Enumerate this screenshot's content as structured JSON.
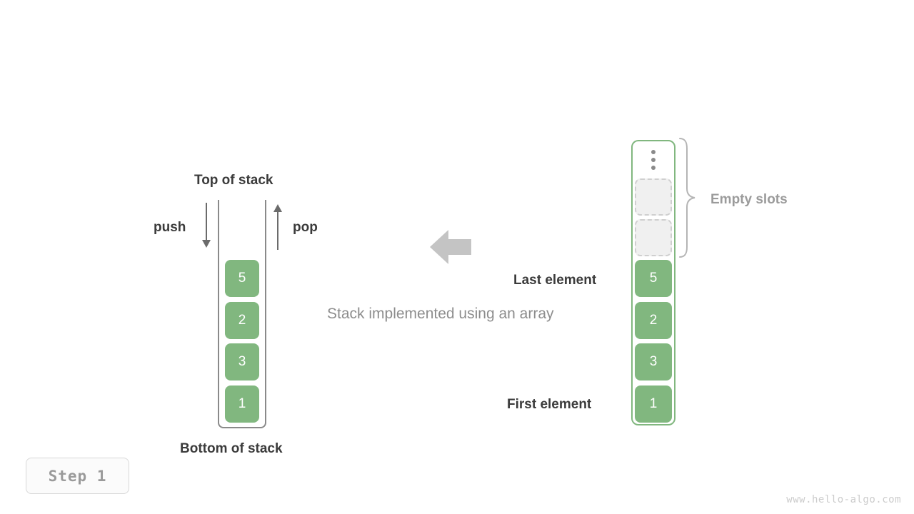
{
  "diagram": {
    "caption": "Stack implemented using an array",
    "transform_arrow_icon": "arrow-left-icon"
  },
  "stack": {
    "top_label": "Top of stack",
    "bottom_label": "Bottom of stack",
    "push_label": "push",
    "pop_label": "pop",
    "push_arrow_icon": "arrow-down-icon",
    "pop_arrow_icon": "arrow-up-icon",
    "elements": [
      {
        "value": "5"
      },
      {
        "value": "2"
      },
      {
        "value": "3"
      },
      {
        "value": "1"
      }
    ]
  },
  "array": {
    "empty_slots_label": "Empty slots",
    "last_element_label": "Last element",
    "first_element_label": "First element",
    "ellipsis_icon": "vertical-ellipsis-icon",
    "brace_icon": "curly-brace-icon",
    "empty_slot_count": 2,
    "elements": [
      {
        "value": "5"
      },
      {
        "value": "2"
      },
      {
        "value": "3"
      },
      {
        "value": "1"
      }
    ]
  },
  "footer": {
    "step_label": "Step 1",
    "watermark": "www.hello-algo.com"
  },
  "colors": {
    "element_green": "#81b77f",
    "array_border_green": "#81b77f",
    "label_dark": "#3b3b3b",
    "label_gray": "#9b9b9b",
    "caption_gray": "#8d8d8d",
    "wall_gray": "#8a8a8a",
    "arrow_gray": "#6b6b6b",
    "slot_dash_gray": "#cfcfcf",
    "slot_fill_gray": "#f0f0f0"
  }
}
